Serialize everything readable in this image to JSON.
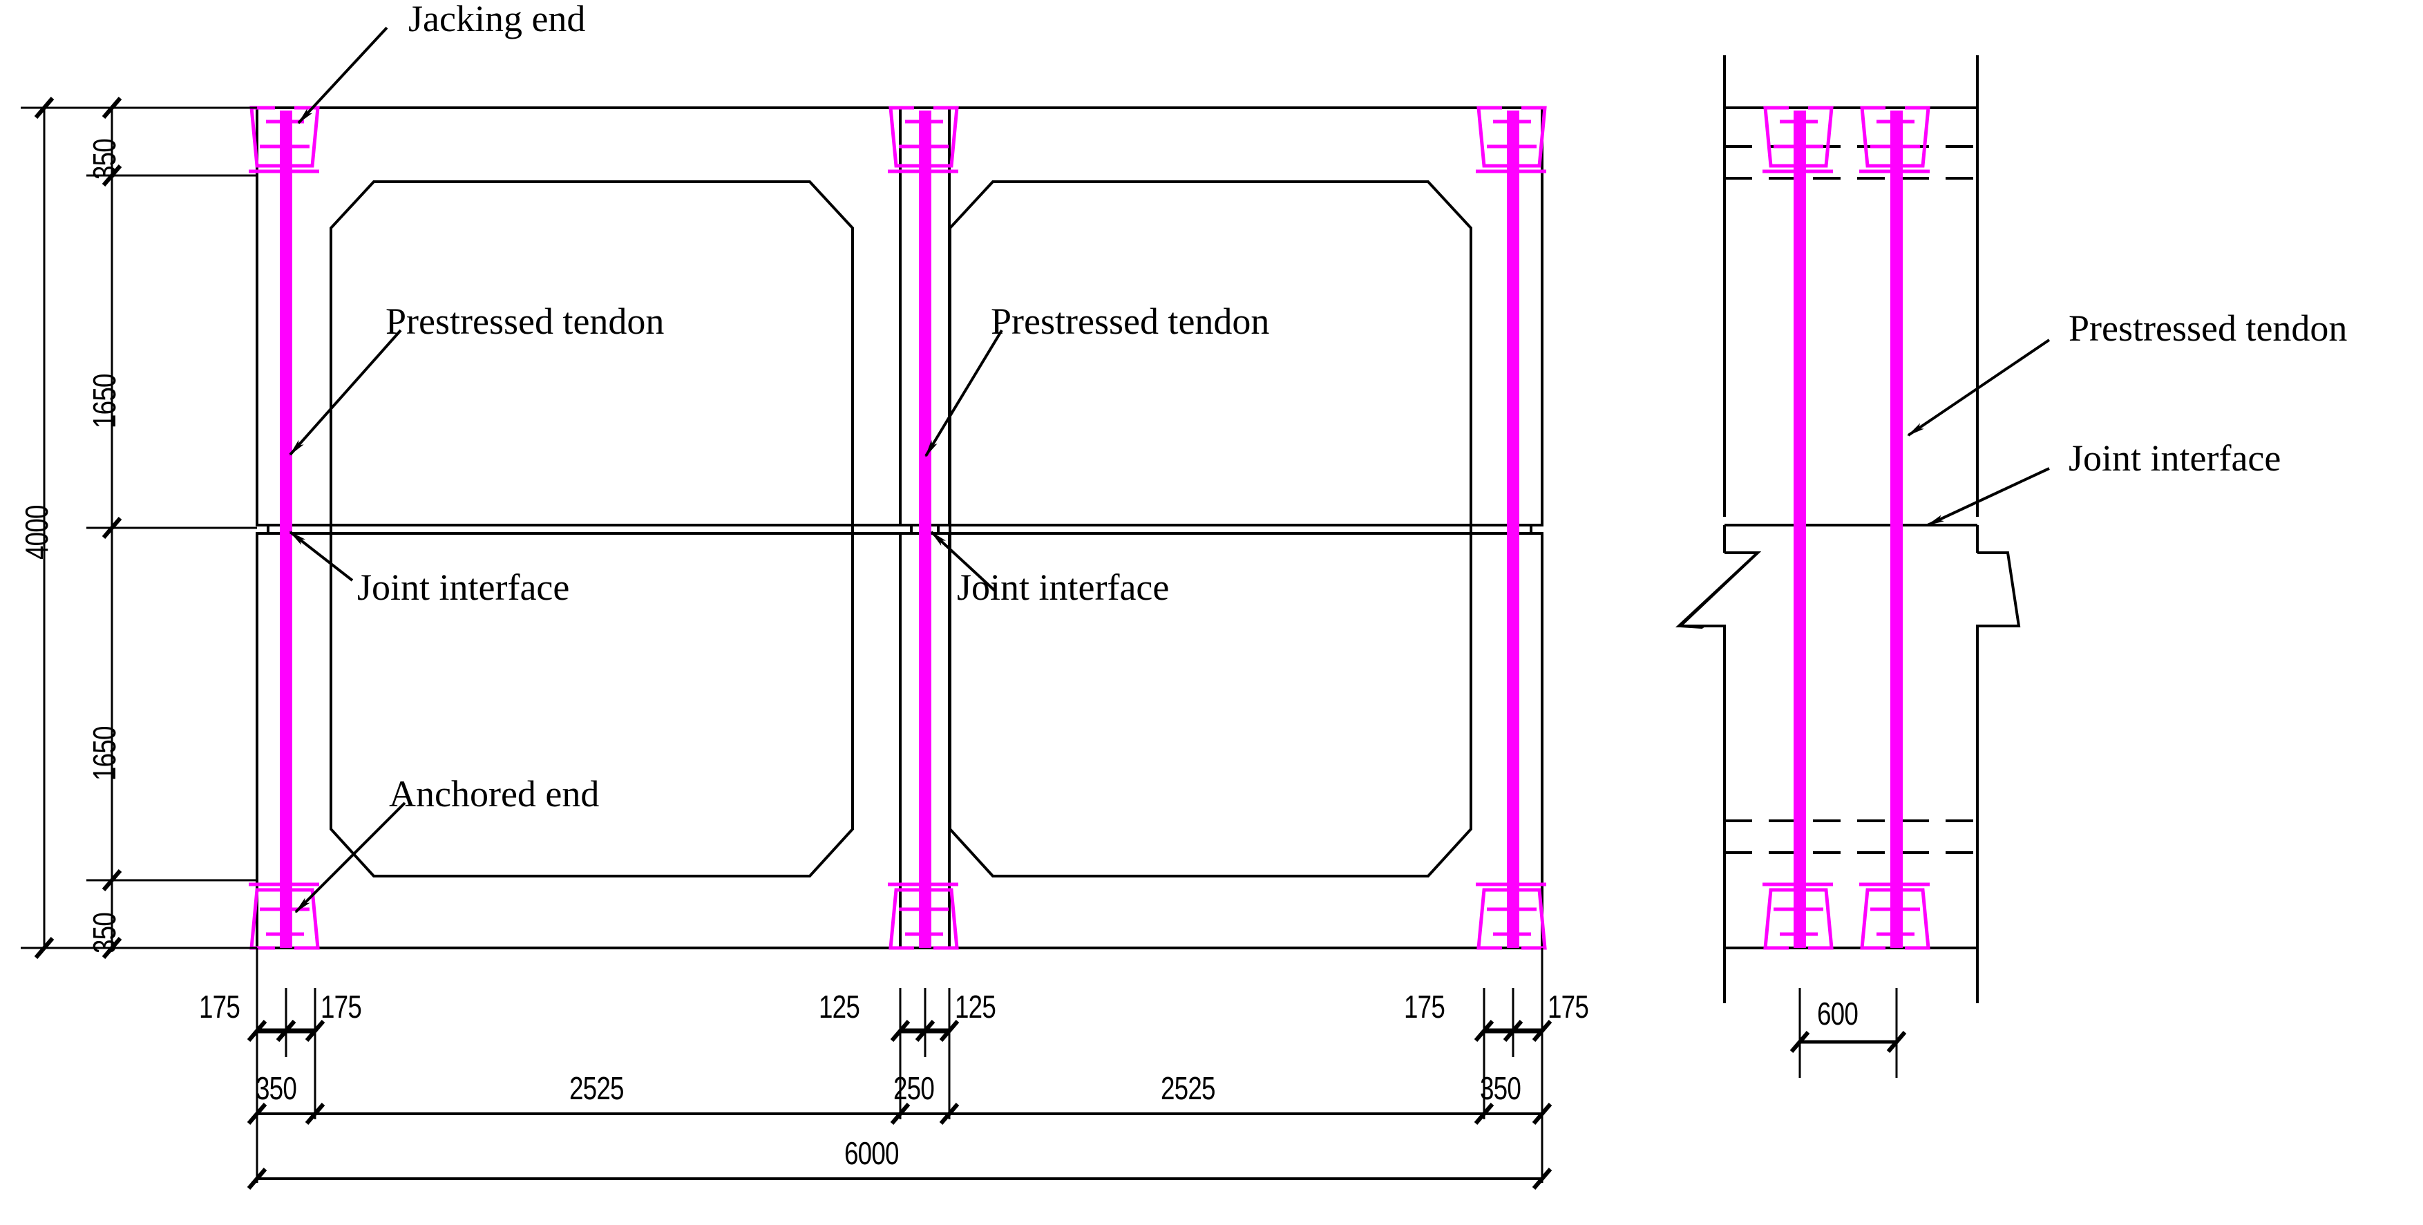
{
  "drawing": {
    "title": "Prestressed segmental wall panel elevation and side view",
    "colors": {
      "line": "#000000",
      "tendon": "#ff00ff",
      "background": "#ffffff"
    },
    "annotations": [
      {
        "id": "jacking-end",
        "text": "Jacking end"
      },
      {
        "id": "prestressed-tendon-left",
        "text": "Prestressed tendon"
      },
      {
        "id": "prestressed-tendon-mid",
        "text": "Prestressed tendon"
      },
      {
        "id": "joint-interface-left",
        "text": "Joint interface"
      },
      {
        "id": "joint-interface-mid",
        "text": "Joint interface"
      },
      {
        "id": "anchored-end",
        "text": "Anchored end"
      },
      {
        "id": "prestressed-tendon-side",
        "text": "Prestressed tendon"
      },
      {
        "id": "joint-interface-side",
        "text": "Joint interface"
      }
    ],
    "vertical_dimensions": {
      "overall": "4000",
      "chain": [
        "350",
        "1650",
        "1650",
        "350"
      ]
    },
    "horizontal_dimensions": {
      "overall": "6000",
      "chain": [
        "350",
        "2525",
        "250",
        "2525",
        "350"
      ],
      "tendon_offsets": [
        "175",
        "175",
        "125",
        "125",
        "175",
        "175"
      ]
    },
    "side_view_dimensions": {
      "width": "600"
    }
  },
  "chart_data": {
    "type": "table",
    "title": "Prestressed segmental wall panel — elevation & side view",
    "elevation": {
      "overall_height_mm": 4000,
      "overall_width_mm": 6000,
      "vertical_chain_mm": [
        350,
        1650,
        1650,
        350
      ],
      "horizontal_chain_mm": [
        350,
        2525,
        250,
        2525,
        350
      ],
      "tendon_edge_offsets_mm": [
        175,
        175,
        125,
        125,
        175,
        175
      ],
      "tendon_count": 3,
      "openings": 2,
      "joint_interfaces": 1
    },
    "side_view": {
      "width_mm": 600,
      "tendon_count": 2
    }
  }
}
